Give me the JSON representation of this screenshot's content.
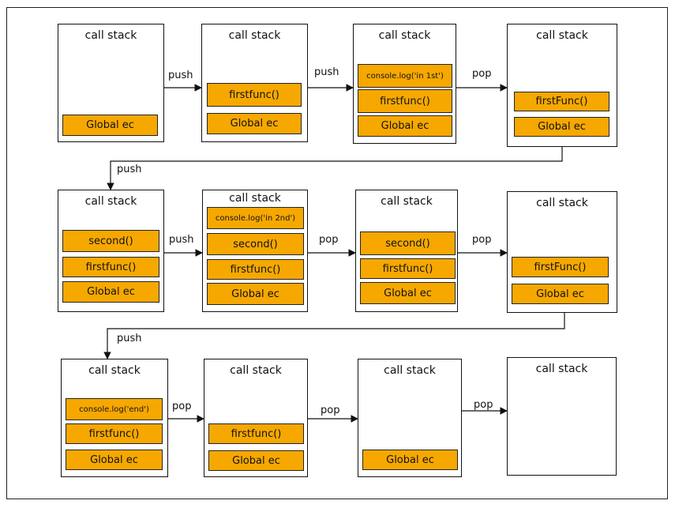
{
  "stack_title": "call stack",
  "stacks": [
    {
      "items": [
        "Global ec"
      ]
    },
    {
      "items": [
        "firstfunc()",
        "Global ec"
      ]
    },
    {
      "items": [
        "console.log('in 1st')",
        "firstfunc()",
        "Global ec"
      ]
    },
    {
      "items": [
        "firstFunc()",
        "Global ec"
      ]
    },
    {
      "items": [
        "second()",
        "firstfunc()",
        "Global ec"
      ]
    },
    {
      "items": [
        "console.log('in 2nd')",
        "second()",
        "firstfunc()",
        "Global ec"
      ]
    },
    {
      "items": [
        "second()",
        "firstfunc()",
        "Global ec"
      ]
    },
    {
      "items": [
        "firstFunc()",
        "Global ec"
      ]
    },
    {
      "items": [
        "console.log('end')",
        "firstfunc()",
        "Global ec"
      ]
    },
    {
      "items": [
        "firstfunc()",
        "Global ec"
      ]
    },
    {
      "items": [
        "Global ec"
      ]
    },
    {
      "items": []
    }
  ],
  "arrows": [
    "push",
    "push",
    "pop",
    "push",
    "push",
    "pop",
    "pop",
    "push",
    "pop",
    "pop",
    "pop"
  ],
  "colors": {
    "item_fill": "#f6a800",
    "stroke": "#111111"
  }
}
